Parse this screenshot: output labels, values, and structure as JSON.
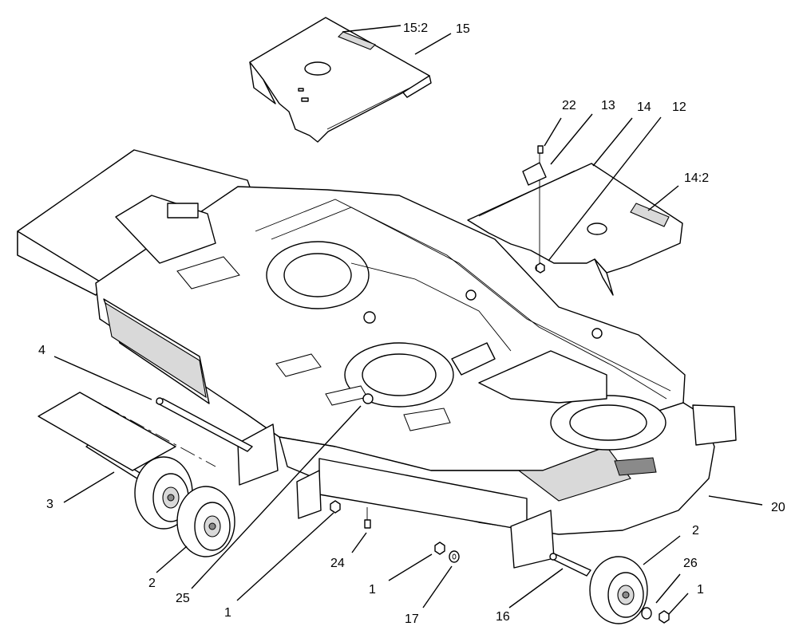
{
  "diagram": {
    "callouts": [
      {
        "id": "c-15-2",
        "label": "15:2"
      },
      {
        "id": "c-15",
        "label": "15"
      },
      {
        "id": "c-22",
        "label": "22"
      },
      {
        "id": "c-13",
        "label": "13"
      },
      {
        "id": "c-14",
        "label": "14"
      },
      {
        "id": "c-12",
        "label": "12"
      },
      {
        "id": "c-14-2",
        "label": "14:2"
      },
      {
        "id": "c-4",
        "label": "4"
      },
      {
        "id": "c-3",
        "label": "3"
      },
      {
        "id": "c-2a",
        "label": "2"
      },
      {
        "id": "c-25",
        "label": "25"
      },
      {
        "id": "c-1a",
        "label": "1"
      },
      {
        "id": "c-24",
        "label": "24"
      },
      {
        "id": "c-1b",
        "label": "1"
      },
      {
        "id": "c-17",
        "label": "17"
      },
      {
        "id": "c-16",
        "label": "16"
      },
      {
        "id": "c-2b",
        "label": "2"
      },
      {
        "id": "c-26",
        "label": "26"
      },
      {
        "id": "c-1c",
        "label": "1"
      },
      {
        "id": "c-20",
        "label": "20"
      }
    ]
  }
}
